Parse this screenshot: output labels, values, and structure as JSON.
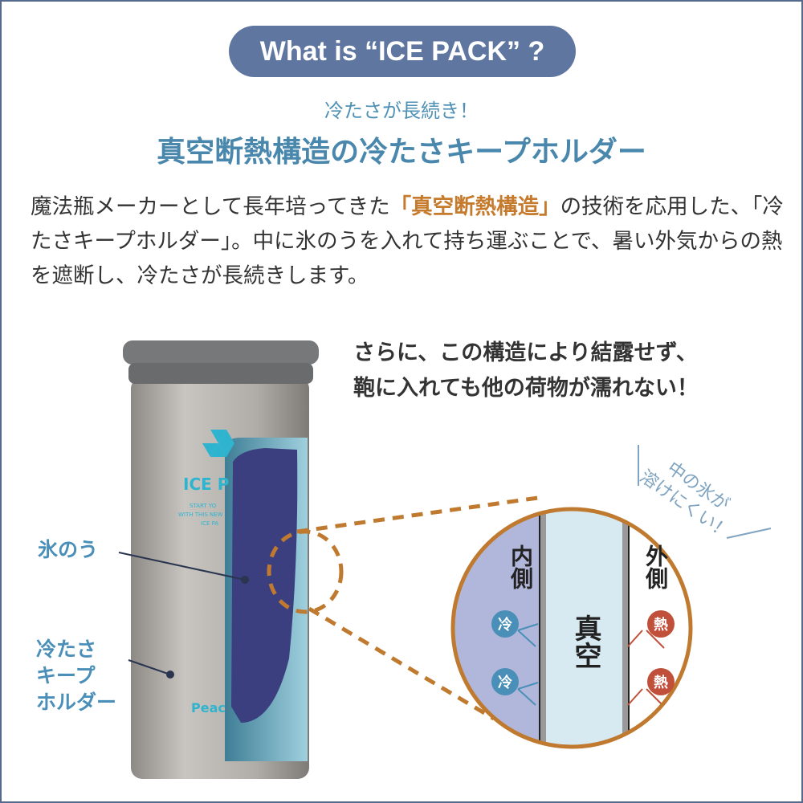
{
  "header": {
    "pill": "What is “ICE PACK” ?",
    "subtitle": "冷たさが長続き！",
    "title": "真空断熱構造の冷たさキープホルダー"
  },
  "body": {
    "part1": "魔法瓶メーカーとして長年培ってきた",
    "highlight": "「真空断熱構造」",
    "part2": "の技術を応用した、「冷たさキープホルダー」。中に氷のうを入れて持ち運ぶことで、暑い外気からの熱を遮断し、冷たさが長続きします。"
  },
  "note": {
    "line1": "さらに、この構造により結露せず、",
    "line2": "鞄に入れても他の荷物が濡れない！"
  },
  "product": {
    "brand_text": "ICE P",
    "small1": "START YO",
    "small2": "WITH THIS NEW",
    "small3": "ICE PA",
    "logo": "Peac"
  },
  "labels": {
    "ice_bag": "氷のう",
    "holder1": "冷たさ",
    "holder2": "キープ",
    "holder3": "ホルダー"
  },
  "diagram": {
    "inner": "内側",
    "outer": "外側",
    "vacuum": "真空",
    "cold": "冷",
    "heat": "熱",
    "callout1": "中の氷が",
    "callout2": "溶けにくい！"
  },
  "colors": {
    "accent": "#5f77a0",
    "orange": "#c07a30",
    "blue": "#4a87ad"
  }
}
